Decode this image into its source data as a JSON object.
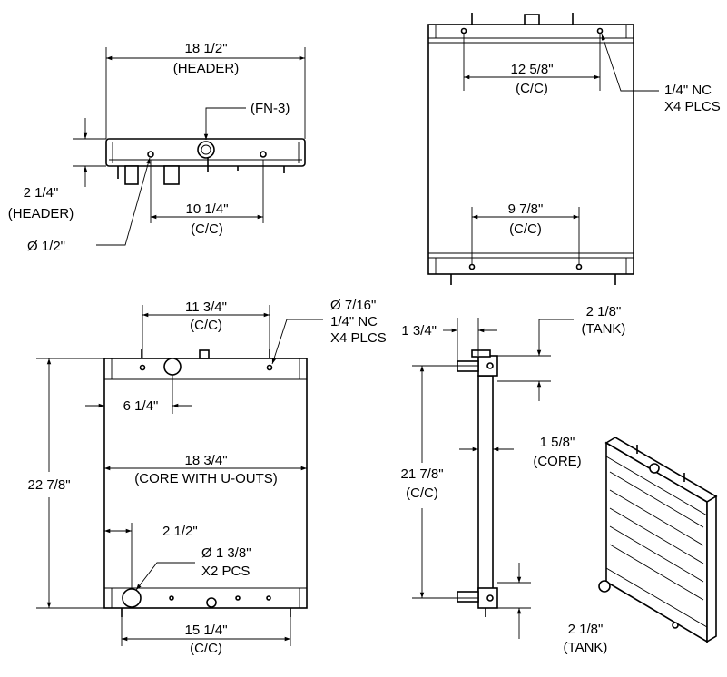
{
  "dimensions": {
    "header_width": "18 1/2\"",
    "header_word": "(HEADER)",
    "fn_label": "(FN-3)",
    "header_height": "2 1/4\"",
    "header_height_word": "(HEADER)",
    "hole_spacing_top": "10 1/4\"",
    "cc": "(C/C)",
    "hole_diameter": "Ø 1/2\"",
    "back_top_spacing": "12 5/8\"",
    "back_bottom_spacing": "9 7/8\"",
    "thread_back": "1/4\" NC",
    "plcs_back": "X4 PLCS",
    "front_top_spacing": "11 3/4\"",
    "front_hole_dia": "Ø 7/16\"",
    "front_thread": "1/4\" NC",
    "front_plcs": "X4 PLCS",
    "inlet_offset": "6 1/4\"",
    "core_width": "18 3/4\"",
    "core_word": "(CORE WITH U-OUTS)",
    "overall_height": "22 7/8\"",
    "outlet_offset": "2 1/2\"",
    "outlet_dia": "Ø 1 3/8\"",
    "outlet_pcs": "X2 PCS",
    "front_bottom_spacing": "15 1/4\"",
    "side_top_offset": "1 3/4\"",
    "tank_top": "2 1/8\"",
    "tank_word": "(TANK)",
    "side_height": "21 7/8\"",
    "core_depth": "1 5/8\"",
    "core_depth_word": "(CORE)",
    "tank_bottom": "2 1/8\""
  },
  "icons": {
    "isometric": "radiator-isometric-icon"
  }
}
